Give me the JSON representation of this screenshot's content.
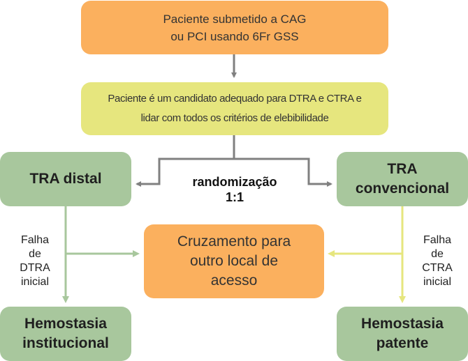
{
  "nodes": {
    "start": {
      "lines": [
        "Paciente submetido a CAG",
        "ou PCI usando 6Fr GSS"
      ]
    },
    "criteria": {
      "lines": [
        "Paciente é um candidato adequado para DTRA e CTRA e",
        "lidar com todos os critérios de elebibilidade"
      ]
    },
    "distal": {
      "lines": [
        "TRA distal"
      ]
    },
    "conventional": {
      "lines": [
        "TRA",
        "convencional"
      ]
    },
    "crossover": {
      "lines": [
        "Cruzamento para",
        "outro local de",
        "acesso"
      ]
    },
    "hemo_inst": {
      "lines": [
        "Hemostasia",
        "institucional"
      ]
    },
    "hemo_patent": {
      "lines": [
        "Hemostasia",
        "patente"
      ]
    }
  },
  "labels": {
    "randomization": [
      "randomização",
      "1:1"
    ],
    "fail_dtra": [
      "Falha",
      "de",
      "DTRA",
      "inicial"
    ],
    "fail_ctra": [
      "Falha",
      "de",
      "CTRA",
      "inicial"
    ]
  },
  "colors": {
    "orange": "#fbb05e",
    "yellow": "#e6e67e",
    "green": "#a8c79d",
    "gray_arrow": "#808080",
    "green_arrow": "#a8c79d",
    "yellow_arrow": "#e6e67e"
  }
}
